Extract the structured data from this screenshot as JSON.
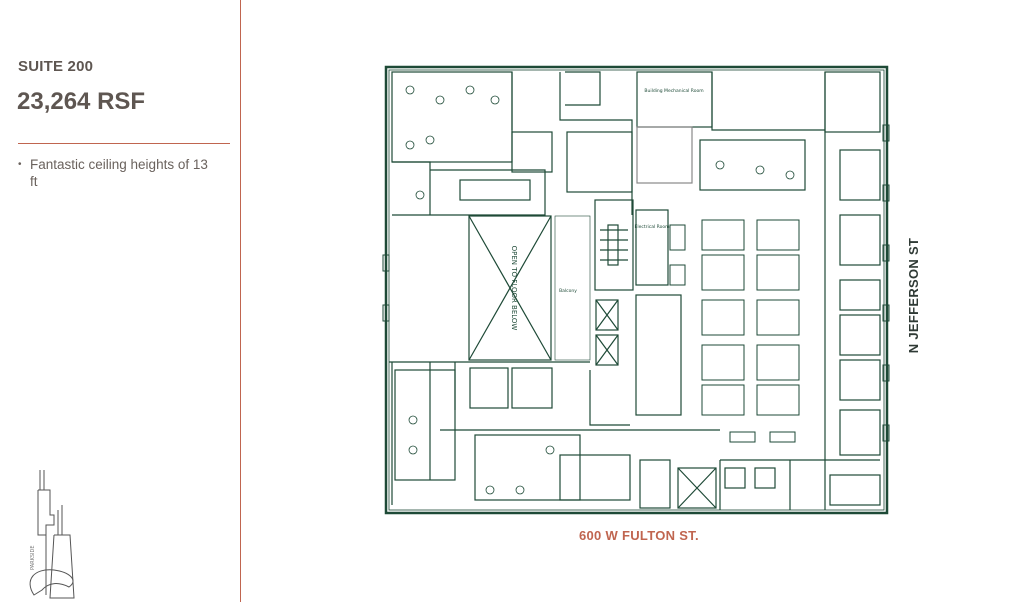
{
  "suite": {
    "title": "SUITE 200",
    "area": "23,264 RSF"
  },
  "features": [
    "Fantastic ceiling heights of 13 ft"
  ],
  "logo": {
    "text": "PARKSIDE"
  },
  "floor_plan": {
    "rooms": {
      "mechanical": "Building Mechanical Room",
      "electrical": "Electrical Room",
      "balcony": "Balcony",
      "open_to_below": "OPEN TO FLOOR BELOW"
    },
    "streets": {
      "south": "600 W FULTON ST.",
      "east": "N JEFFERSON ST"
    }
  },
  "colors": {
    "accent": "#c0654f",
    "plan": "#1e4a37",
    "text": "#5e5651"
  }
}
